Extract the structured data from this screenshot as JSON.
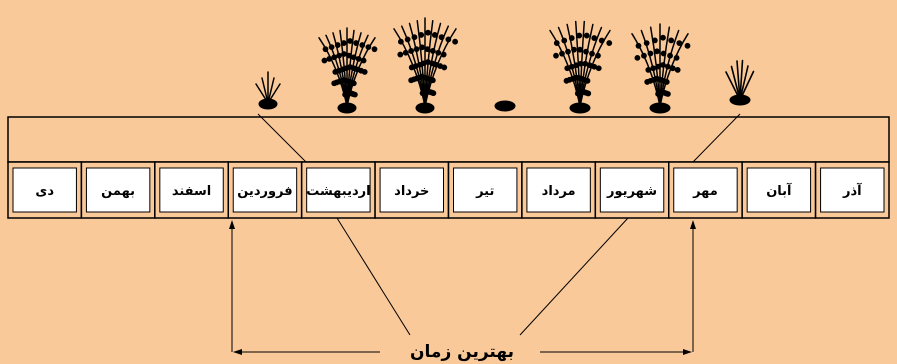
{
  "months": [
    "دی",
    "بهمن",
    "اسفند",
    "فروردین",
    "اردیبهشت",
    "خرداد",
    "تیر",
    "مرداد",
    "شهریور",
    "مهر",
    "آبان",
    "آذر"
  ],
  "caption": "بهترین زمان",
  "colors": {
    "background": "#f9c99a",
    "cell": "#ffffff",
    "ink": "#000000"
  }
}
